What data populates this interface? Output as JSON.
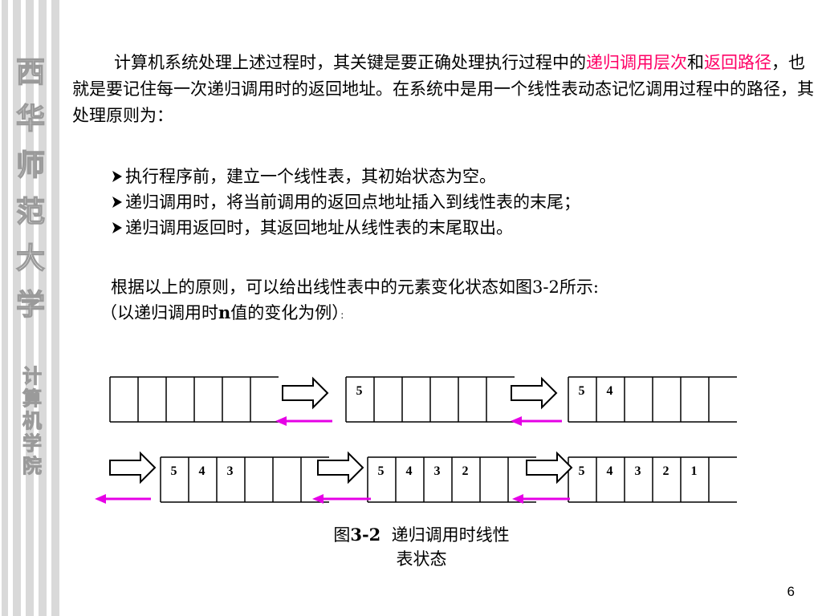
{
  "sidebar": {
    "university_chars": [
      "西",
      "华",
      "师",
      "范",
      "大",
      "学"
    ],
    "college_chars": [
      "计",
      "算",
      "机",
      "学",
      "院"
    ]
  },
  "para1": {
    "part1": "计算机系统处理上述过程时，其关键是要正确处理执行过程中的",
    "red1": "递归调用层次",
    "part2": "和",
    "red2": "返回路径",
    "part3": "，也就是要记住每一次递归调用时的返回地址。在系统中是用一个线性表动态记忆调用过程中的路径，其处理原则为："
  },
  "bullets": [
    "执行程序前，建立一个线性表，其初始状态为空。",
    "递归调用时，将当前调用的返回点地址插入到线性表的末尾；",
    "递归调用返回时，其返回地址从线性表的末尾取出。"
  ],
  "para2": "根据以上的原则，可以给出线性表中的元素变化状态如图3-2所示:",
  "para3": {
    "before": "（以递归调用时",
    "n": "n",
    "after": "值的变化为例）",
    "tiny": "："
  },
  "figure": {
    "tables": [
      {
        "cells": [
          "",
          "",
          "",
          "",
          "",
          ""
        ]
      },
      {
        "cells": [
          "5",
          "",
          "",
          "",
          "",
          ""
        ]
      },
      {
        "cells": [
          "5",
          "4",
          "",
          "",
          "",
          ""
        ]
      },
      {
        "cells": [
          "5",
          "4",
          "3",
          "",
          "",
          ""
        ]
      },
      {
        "cells": [
          "5",
          "4",
          "3",
          "2",
          "",
          ""
        ]
      },
      {
        "cells": [
          "5",
          "4",
          "3",
          "2",
          "1",
          ""
        ]
      }
    ],
    "back_arrow_color": "#e600e6"
  },
  "caption": {
    "prefix": "图",
    "number": "3-2",
    "line1": "递归调用时线性",
    "line2": "表状态"
  },
  "page_number": "6"
}
